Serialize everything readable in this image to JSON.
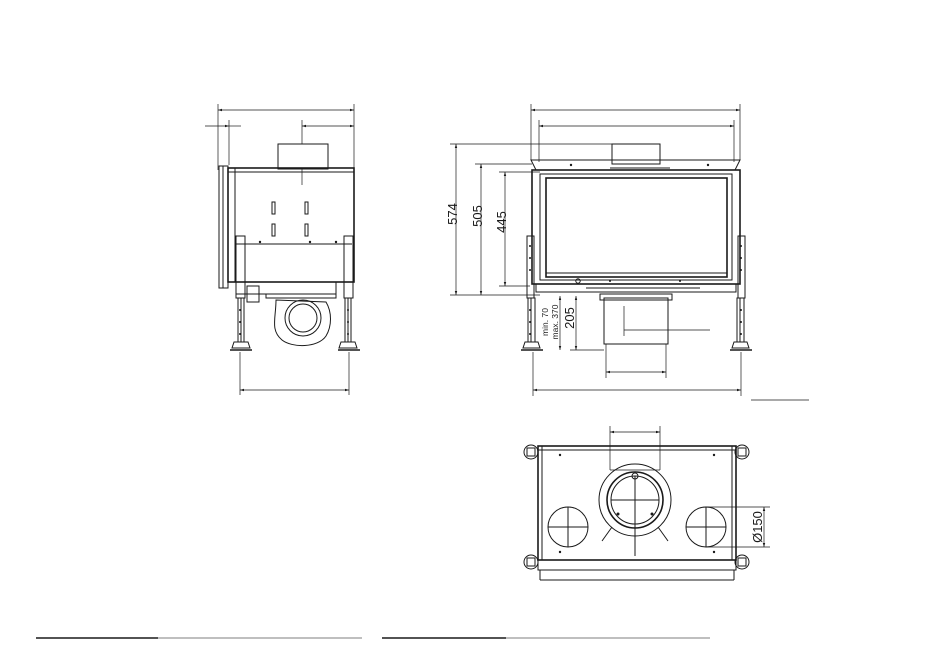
{
  "dimensions": {
    "height_total": "574",
    "height_mid": "505",
    "height_glass": "445",
    "height_base": "205",
    "adjust_min": "min. 70",
    "adjust_max": "max. 370",
    "flue_diameter": "Ø150"
  },
  "colors": {
    "line": "#1a1a1a",
    "background": "#ffffff",
    "footer_rule": "#555555"
  }
}
